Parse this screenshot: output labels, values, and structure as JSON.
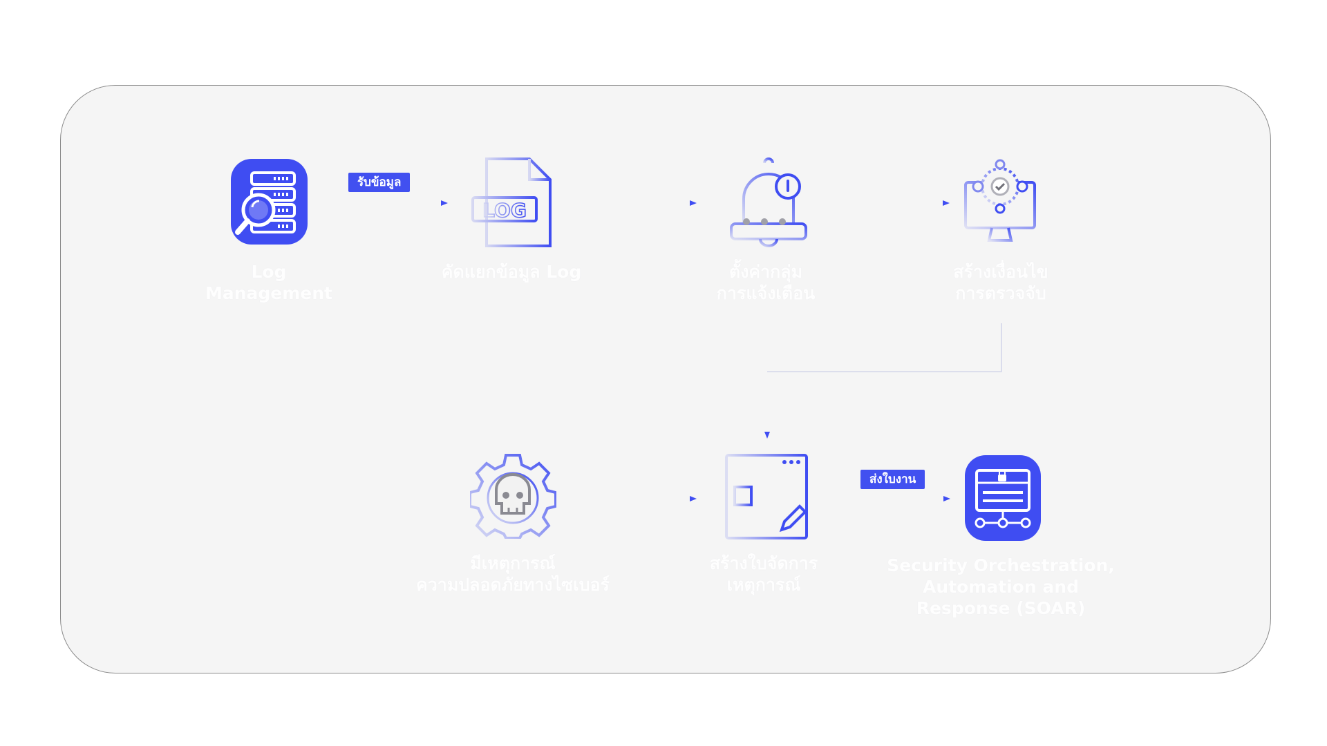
{
  "colors": {
    "accent": "#3f4df2",
    "panel_bg": "#f5f5f5",
    "panel_border": "#8a8a8a",
    "label_text": "#ffffff"
  },
  "nodes": {
    "log_management": {
      "icon": "server-search-icon",
      "line1": "Log",
      "line2": "Management"
    },
    "filter_log": {
      "icon": "log-file-icon",
      "line1": "คัดแยกข้อมูล Log"
    },
    "alert_group": {
      "icon": "alert-bell-icon",
      "line1": "ตั้งค่ากลุ่ม",
      "line2": "การแจ้งเตือน"
    },
    "detection_rule": {
      "icon": "monitor-shield-icon",
      "line1": "สร้างเงื่อนไข",
      "line2": "การตรวจจับ"
    },
    "cyber_incident": {
      "icon": "skull-gear-icon",
      "line1": "มีเหตุการณ์",
      "line2": "ความปลอดภัยทางไซเบอร์"
    },
    "incident_ticket": {
      "icon": "ticket-form-icon",
      "line1": "สร้างใบจัดการ",
      "line2": "เหตุการณ์"
    },
    "soar": {
      "icon": "network-lock-icon",
      "line1": "Security Orchestration,",
      "line2": "Automation and",
      "line3": "Response (SOAR)"
    }
  },
  "edges": {
    "receive_data": "รับข้อมูล",
    "send_ticket": "ส่งใบงาน"
  }
}
